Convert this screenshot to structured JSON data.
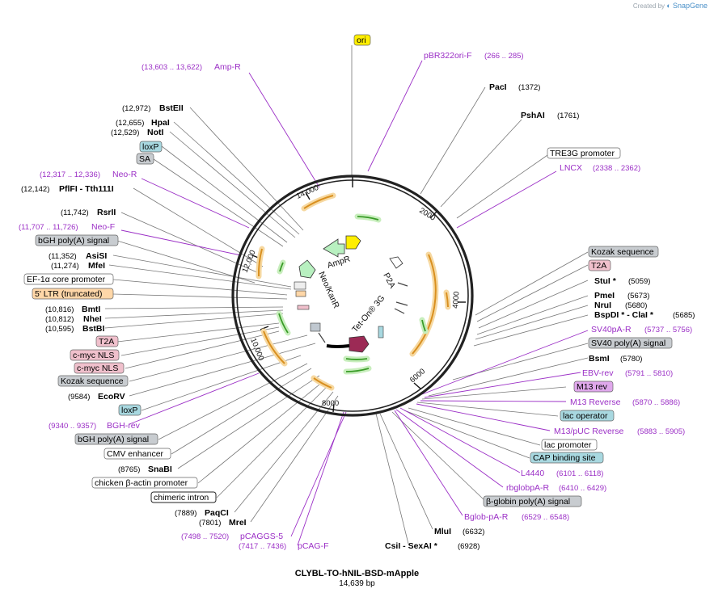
{
  "brand": {
    "created_by": "Created by",
    "app": "SnapGene"
  },
  "plasmid": {
    "name": "CLYBL-TO-hNIL-BSD-mApple",
    "length": "14,639 bp"
  },
  "colors": {
    "site": "#000000",
    "primer": "#9b2fc6",
    "leader": "#777777",
    "backbone": "#222222",
    "cds_orange": "#f0a020",
    "cds_green": "#58c040"
  },
  "ring_labels": {
    "pos2000": "2000",
    "pos4000": "4000",
    "pos6000": "6000",
    "pos8000": "8000",
    "pos10000": "10,000",
    "pos12000": "12,000",
    "pos14000": "14,000"
  },
  "inner_labels": {
    "ampr": "AmpR",
    "neokanr": "Neo/KanR",
    "p2a": "P2A",
    "teton": "Tet-On® 3G"
  },
  "features": {
    "ori": "ori",
    "tre3g_promoter": "TRE3G promoter",
    "loxp_top": "loxP",
    "sa": "SA",
    "bgh_polya_top": "bGH poly(A) signal",
    "ef1a_promoter": "EF-1α core promoter",
    "ltr5": "5' LTR (truncated)",
    "t2a_left": "T2A",
    "cmyc_nls_1": "c-myc NLS",
    "cmyc_nls_2": "c-myc NLS",
    "kozak_left": "Kozak sequence",
    "loxp_bottom": "loxP",
    "bgh_polya_bottom": "bGH poly(A) signal",
    "cmv_enhancer": "CMV enhancer",
    "chicken_actin_promoter": "chicken β-actin promoter",
    "chimeric_intron": "chimeric intron",
    "kozak_right": "Kozak sequence",
    "t2a_right": "T2A",
    "sv40_polya": "SV40 poly(A) signal",
    "m13_rev": "M13 rev",
    "lac_operator": "lac operator",
    "lac_promoter": "lac promoter",
    "cap_binding_site": "CAP binding site",
    "beta_globin_polya": "β-globin poly(A) signal"
  },
  "sites": {
    "bsteii": {
      "name": "BstEII",
      "pos": "(12,972)"
    },
    "hpai": {
      "name": "HpaI",
      "pos": "(12,655)"
    },
    "noti": {
      "name": "NotI",
      "pos": "(12,529)"
    },
    "pfifi": {
      "name": "PflFI  - Tth111I",
      "pos": "(12,142)"
    },
    "rsrii": {
      "name": "RsrII",
      "pos": "(11,742)"
    },
    "asisi": {
      "name": "AsiSI",
      "pos": "(11,352)"
    },
    "mfei": {
      "name": "MfeI",
      "pos": "(11,274)"
    },
    "bmti": {
      "name": "BmtI",
      "pos": "(10,816)"
    },
    "nhei": {
      "name": "NheI",
      "pos": "(10,812)"
    },
    "bstbi": {
      "name": "BstBI",
      "pos": "(10,595)"
    },
    "ecorv": {
      "name": "EcoRV",
      "pos": "(9584)"
    },
    "snabi": {
      "name": "SnaBI",
      "pos": "(8765)"
    },
    "paqci": {
      "name": "PaqCI",
      "pos": "(7889)"
    },
    "mrei": {
      "name": "MreI",
      "pos": "(7801)"
    },
    "paci": {
      "name": "PacI",
      "pos": "(1372)"
    },
    "pshai": {
      "name": "PshAI",
      "pos": "(1761)"
    },
    "stui": {
      "name": "StuI *",
      "pos": "(5059)"
    },
    "pmei": {
      "name": "PmeI",
      "pos": "(5673)"
    },
    "nrui": {
      "name": "NruI",
      "pos": "(5680)"
    },
    "bspdi": {
      "name": "BspDI *  - ClaI *",
      "pos": "(5685)"
    },
    "bsmi": {
      "name": "BsmI",
      "pos": "(5780)"
    },
    "mlui": {
      "name": "MluI",
      "pos": "(6632)"
    },
    "csii": {
      "name": "CsiI  - SexAI *",
      "pos": "(6928)"
    }
  },
  "primers": {
    "ampr": {
      "name": "Amp-R",
      "range": "(13,603 .. 13,622)"
    },
    "neor": {
      "name": "Neo-R",
      "range": "(12,317 .. 12,336)"
    },
    "neof": {
      "name": "Neo-F",
      "range": "(11,707 .. 11,726)"
    },
    "bghrev": {
      "name": "BGH-rev",
      "range": "(9340 .. 9357)"
    },
    "pcaggs5": {
      "name": "pCAGGS-5",
      "range": "(7498 .. 7520)"
    },
    "pcagf": {
      "name": "pCAG-F",
      "range": "(7417 .. 7436)"
    },
    "pbr322": {
      "name": "pBR322ori-F",
      "range": "(266 .. 285)"
    },
    "lncx": {
      "name": "LNCX",
      "range": "(2338 .. 2362)"
    },
    "sv40par": {
      "name": "SV40pA-R",
      "range": "(5737 .. 5756)"
    },
    "ebvrev": {
      "name": "EBV-rev",
      "range": "(5791 .. 5810)"
    },
    "m13reverse": {
      "name": "M13 Reverse",
      "range": "(5870 .. 5886)"
    },
    "m13puc": {
      "name": "M13/pUC Reverse",
      "range": "(5883 .. 5905)"
    },
    "l4440": {
      "name": "L4440",
      "range": "(6101 .. 6118)"
    },
    "rbglobpar": {
      "name": "rbglobpA-R",
      "range": "(6410 .. 6429)"
    },
    "bglobpar": {
      "name": "Bglob-pA-R",
      "range": "(6529 .. 6548)"
    }
  }
}
